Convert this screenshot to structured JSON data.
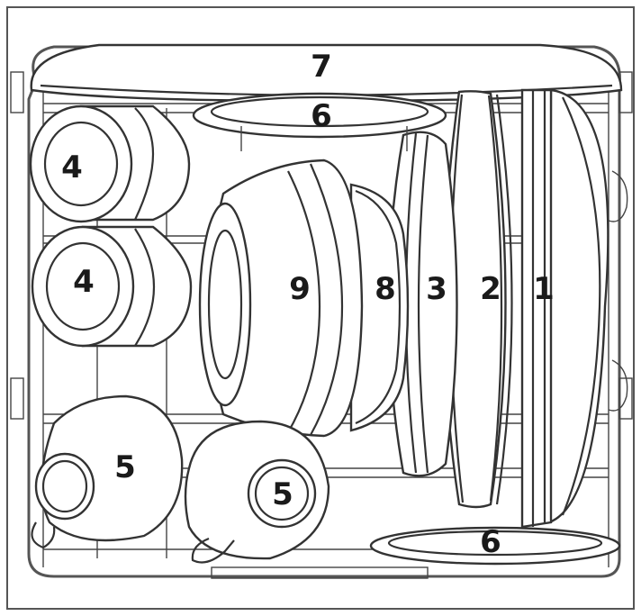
{
  "figure": {
    "frame_color": "#555555",
    "line_color": "#333333",
    "background": "#ffffff"
  },
  "callouts": {
    "item1": "1",
    "item2": "2",
    "item3": "3",
    "item4_top": "4",
    "item4_mid": "4",
    "item5_left": "5",
    "item5_right": "5",
    "item6_top": "6",
    "item6_bottom": "6",
    "item7": "7",
    "item8": "8",
    "item9": "9"
  }
}
